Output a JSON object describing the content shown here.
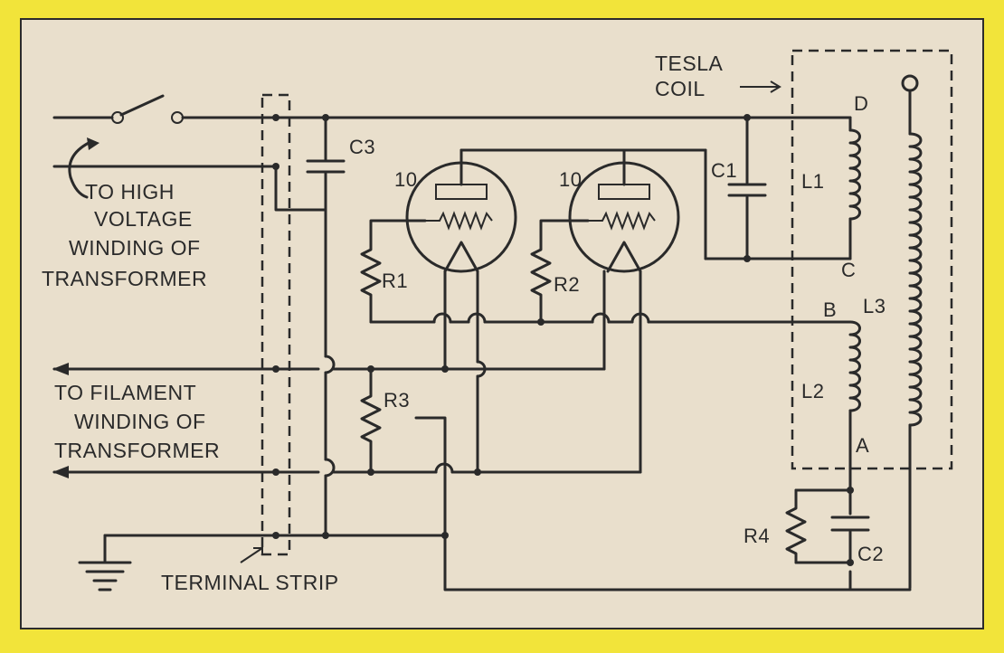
{
  "labels": {
    "tesla_coil": [
      "TESLA",
      "COIL"
    ],
    "hv_note": [
      "TO HIGH",
      "VOLTAGE",
      "WINDING OF",
      "TRANSFORMER"
    ],
    "fil_note": [
      "TO FILAMENT",
      "WINDING OF",
      "TRANSFORMER"
    ],
    "terminal_strip": "TERMINAL STRIP",
    "tube1": "10",
    "tube2": "10",
    "c1": "C1",
    "c2": "C2",
    "c3": "C3",
    "r1": "R1",
    "r2": "R2",
    "r3": "R3",
    "r4": "R4",
    "l1": "L1",
    "l2": "L2",
    "l3": "L3",
    "node_a": "A",
    "node_b": "B",
    "node_c": "C",
    "node_d": "D"
  },
  "colors": {
    "background": "#f2e43a",
    "paper": "#e9dfcc",
    "ink": "#2a2a2a"
  }
}
